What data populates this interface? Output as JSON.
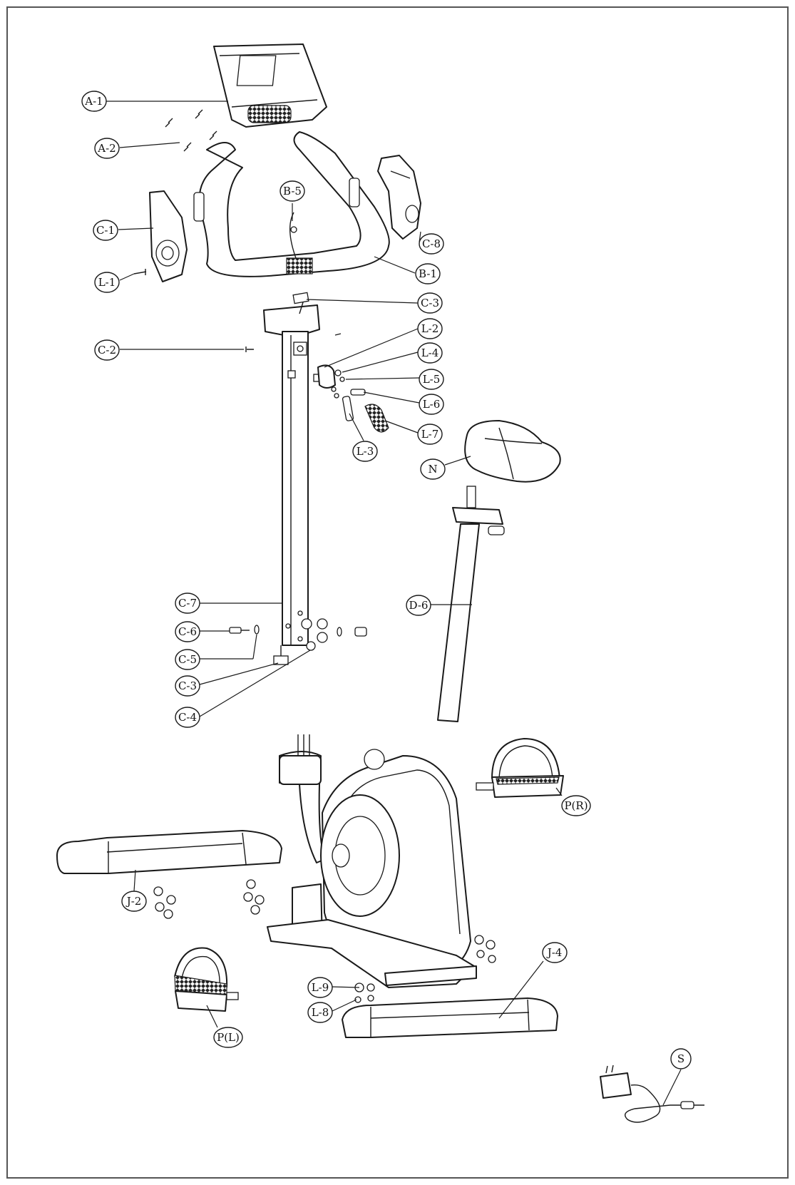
{
  "labels": {
    "a1": "A-1",
    "a2": "A-2",
    "b5": "B-5",
    "c1": "C-1",
    "c8": "C-8",
    "b1": "B-1",
    "l1": "L-1",
    "c3_top": "C-3",
    "c2": "C-2",
    "l2": "L-2",
    "l4": "L-4",
    "l5": "L-5",
    "l6": "L-6",
    "l7": "L-7",
    "l3": "L-3",
    "n": "N",
    "d6": "D-6",
    "c7": "C-7",
    "c6": "C-6",
    "c5": "C-5",
    "c3_bottom": "C-3",
    "c4": "C-4",
    "pr": "P(R)",
    "j2": "J-2",
    "l9": "L-9",
    "l8": "L-8",
    "j4": "J-4",
    "pl": "P(L)",
    "s": "S"
  }
}
